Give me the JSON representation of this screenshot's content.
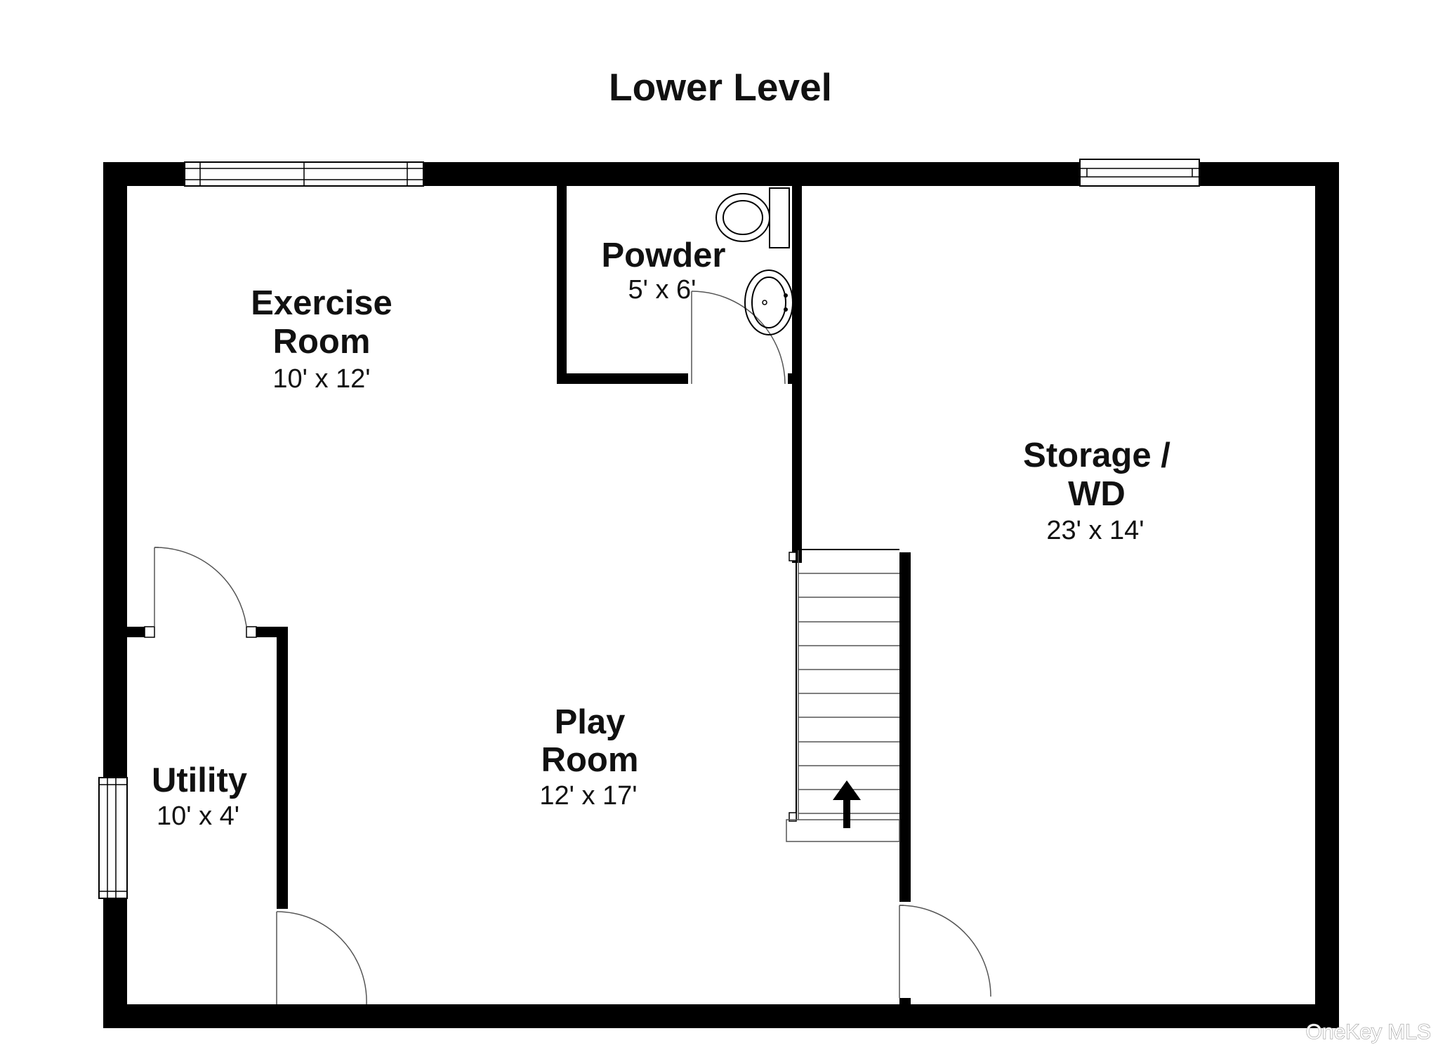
{
  "plan": {
    "title": "Lower Level",
    "rooms": [
      {
        "name_lines": [
          "Exercise",
          "Room"
        ],
        "dimensions": "10' x 12'"
      },
      {
        "name_lines": [
          "Powder"
        ],
        "dimensions": "5' x 6'"
      },
      {
        "name_lines": [
          "Storage /",
          "WD"
        ],
        "dimensions": "23' x 14'"
      },
      {
        "name_lines": [
          "Play",
          "Room"
        ],
        "dimensions": "12' x 17'"
      },
      {
        "name_lines": [
          "Utility"
        ],
        "dimensions": "10' x 4'"
      }
    ]
  },
  "watermark": "OneKey MLS",
  "colors": {
    "wall": "#000000",
    "background": "#ffffff"
  }
}
